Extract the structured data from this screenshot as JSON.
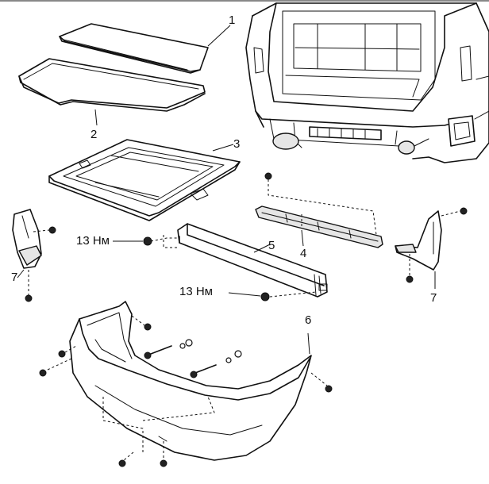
{
  "callouts": {
    "p1": "1",
    "p2": "2",
    "p3": "3",
    "p4": "4",
    "p5": "5",
    "p6": "6",
    "p7_left": "7",
    "p7_right": "7"
  },
  "torques": {
    "upper": "13 Нм",
    "lower": "13 Нм"
  }
}
